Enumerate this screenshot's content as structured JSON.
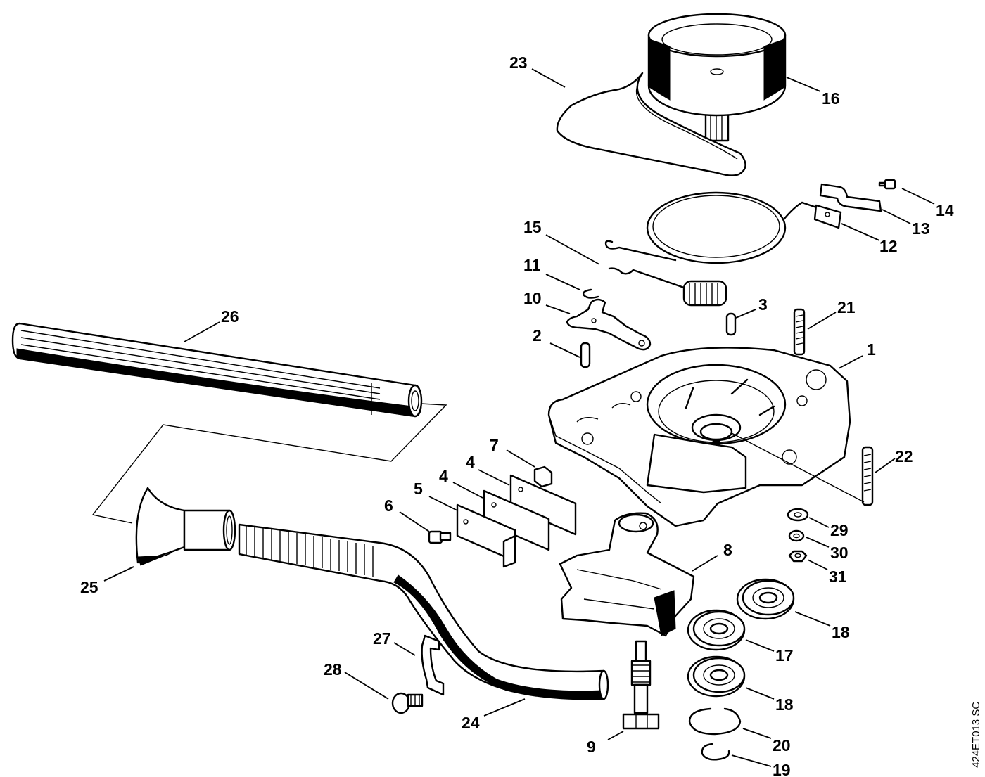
{
  "diagram": {
    "code": "424ET013 SC",
    "callouts": {
      "c1": "1",
      "c2": "2",
      "c3": "3",
      "c4a": "4",
      "c4b": "4",
      "c5": "5",
      "c6": "6",
      "c7": "7",
      "c8": "8",
      "c9": "9",
      "c10": "10",
      "c11": "11",
      "c12": "12",
      "c13": "13",
      "c14": "14",
      "c15": "15",
      "c16": "16",
      "c17": "17",
      "c18a": "18",
      "c18b": "18",
      "c19": "19",
      "c20": "20",
      "c21": "21",
      "c22": "22",
      "c23": "23",
      "c24": "24",
      "c25": "25",
      "c26": "26",
      "c27": "27",
      "c28": "28",
      "c29": "29",
      "c30": "30",
      "c31": "31"
    }
  }
}
